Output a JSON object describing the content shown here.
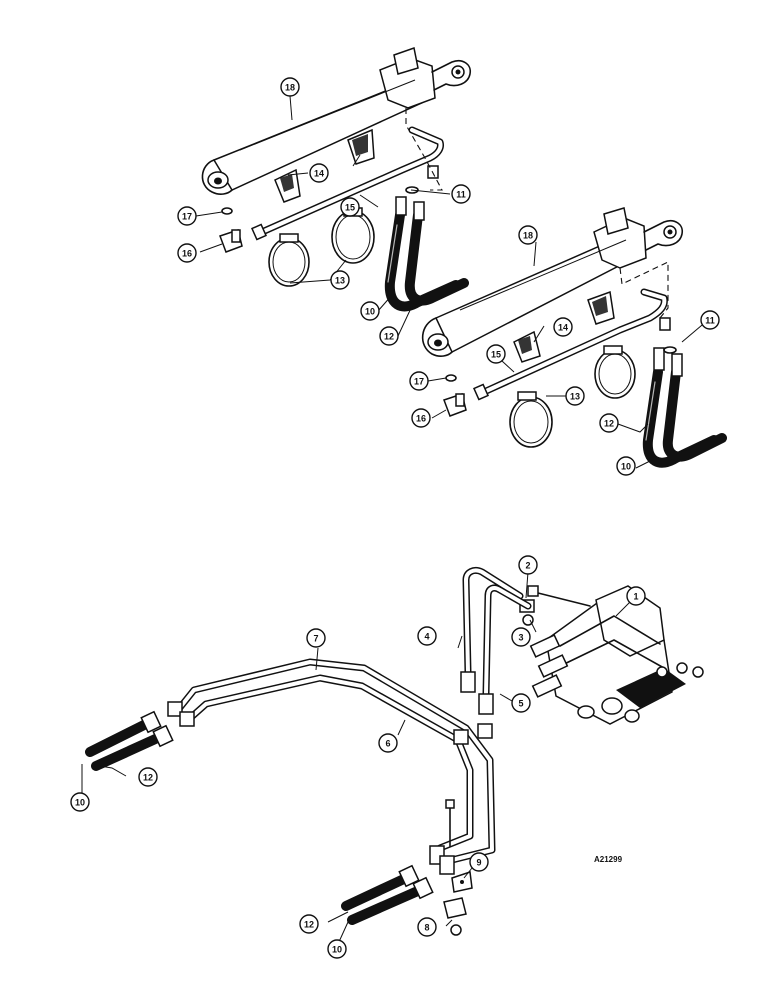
{
  "diagram": {
    "reference_code": "A21299",
    "callouts": [
      {
        "id": "c18a",
        "label": "18"
      },
      {
        "id": "c14a",
        "label": "14"
      },
      {
        "id": "c11a",
        "label": "11"
      },
      {
        "id": "c15a",
        "label": "15"
      },
      {
        "id": "c17a",
        "label": "17"
      },
      {
        "id": "c16a",
        "label": "16"
      },
      {
        "id": "c13a",
        "label": "13"
      },
      {
        "id": "c10a",
        "label": "10"
      },
      {
        "id": "c12a",
        "label": "12"
      },
      {
        "id": "c18b",
        "label": "18"
      },
      {
        "id": "c11b",
        "label": "11"
      },
      {
        "id": "c14b",
        "label": "14"
      },
      {
        "id": "c15b",
        "label": "15"
      },
      {
        "id": "c17b",
        "label": "17"
      },
      {
        "id": "c13b",
        "label": "13"
      },
      {
        "id": "c16b",
        "label": "16"
      },
      {
        "id": "c12b",
        "label": "12"
      },
      {
        "id": "c10b",
        "label": "10"
      },
      {
        "id": "c2",
        "label": "2"
      },
      {
        "id": "c1",
        "label": "1"
      },
      {
        "id": "c3",
        "label": "3"
      },
      {
        "id": "c4",
        "label": "4"
      },
      {
        "id": "c7",
        "label": "7"
      },
      {
        "id": "c5",
        "label": "5"
      },
      {
        "id": "c6",
        "label": "6"
      },
      {
        "id": "c12c",
        "label": "12"
      },
      {
        "id": "c10c",
        "label": "10"
      },
      {
        "id": "c9",
        "label": "9"
      },
      {
        "id": "c12d",
        "label": "12"
      },
      {
        "id": "c8",
        "label": "8"
      },
      {
        "id": "c10d",
        "label": "10"
      }
    ]
  }
}
